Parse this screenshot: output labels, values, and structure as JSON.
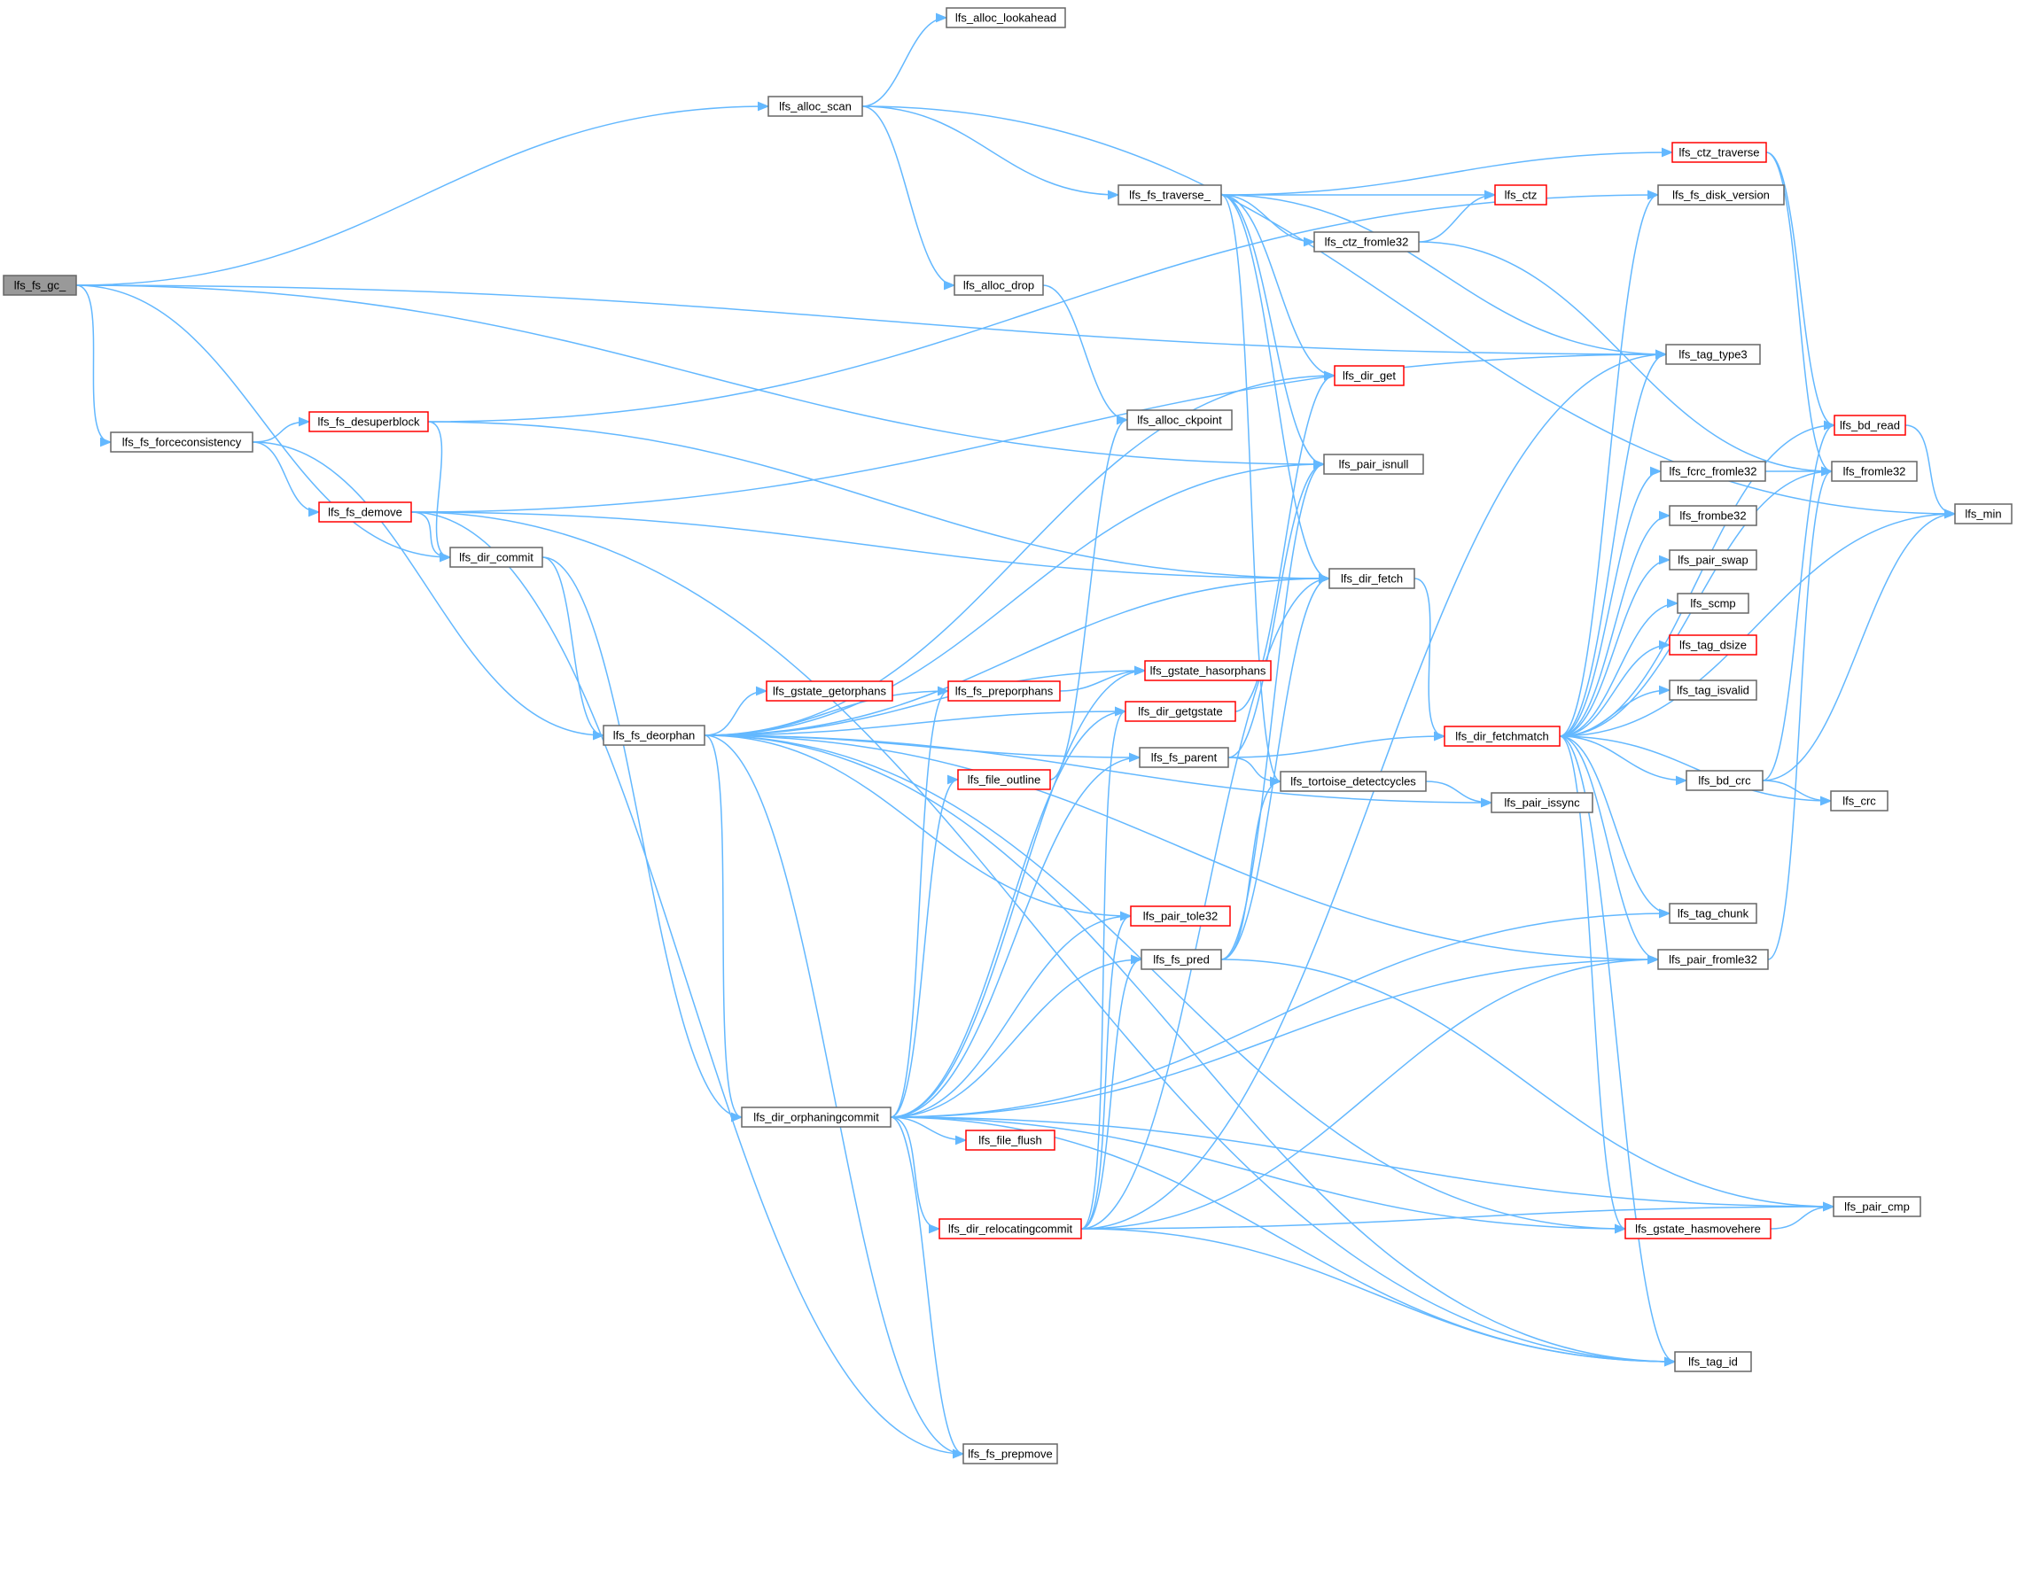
{
  "graph": {
    "root": "lfs_fs_gc_",
    "edge_color": "#63b8ff",
    "node_border_color": "#666666",
    "truncated_border_color": "#ff0000",
    "root_fill_color": "#999999",
    "nodes": {
      "gc": {
        "label": "lfs_fs_gc_",
        "style": "root"
      },
      "lookahead": {
        "label": "lfs_alloc_lookahead",
        "style": "normal"
      },
      "scan": {
        "label": "lfs_alloc_scan",
        "style": "normal"
      },
      "ctztrav": {
        "label": "lfs_ctz_traverse",
        "style": "truncated"
      },
      "traverse": {
        "label": "lfs_fs_traverse_",
        "style": "normal"
      },
      "ctz": {
        "label": "lfs_ctz",
        "style": "truncated"
      },
      "diskver": {
        "label": "lfs_fs_disk_version",
        "style": "normal"
      },
      "ctzfromle": {
        "label": "lfs_ctz_fromle32",
        "style": "normal"
      },
      "drop": {
        "label": "lfs_alloc_drop",
        "style": "normal"
      },
      "type3": {
        "label": "lfs_tag_type3",
        "style": "normal"
      },
      "dirget": {
        "label": "lfs_dir_get",
        "style": "truncated"
      },
      "desuper": {
        "label": "lfs_fs_desuperblock",
        "style": "truncated"
      },
      "ckpoint": {
        "label": "lfs_alloc_ckpoint",
        "style": "normal"
      },
      "bdread": {
        "label": "lfs_bd_read",
        "style": "truncated"
      },
      "forcecons": {
        "label": "lfs_fs_forceconsistency",
        "style": "normal"
      },
      "isnull": {
        "label": "lfs_pair_isnull",
        "style": "normal"
      },
      "fcrcfromle": {
        "label": "lfs_fcrc_fromle32",
        "style": "normal"
      },
      "fromle32": {
        "label": "lfs_fromle32",
        "style": "normal"
      },
      "min": {
        "label": "lfs_min",
        "style": "normal"
      },
      "demove": {
        "label": "lfs_fs_demove",
        "style": "truncated"
      },
      "frombe32": {
        "label": "lfs_frombe32",
        "style": "normal"
      },
      "dircommit": {
        "label": "lfs_dir_commit",
        "style": "normal"
      },
      "dirfetch": {
        "label": "lfs_dir_fetch",
        "style": "normal"
      },
      "pairswap": {
        "label": "lfs_pair_swap",
        "style": "normal"
      },
      "scmp": {
        "label": "lfs_scmp",
        "style": "normal"
      },
      "dsize": {
        "label": "lfs_tag_dsize",
        "style": "truncated"
      },
      "hasorph": {
        "label": "lfs_gstate_hasorphans",
        "style": "truncated"
      },
      "getorph": {
        "label": "lfs_gstate_getorphans",
        "style": "truncated"
      },
      "preorph": {
        "label": "lfs_fs_preporphans",
        "style": "truncated"
      },
      "getgstate": {
        "label": "lfs_dir_getgstate",
        "style": "truncated"
      },
      "isvalid": {
        "label": "lfs_tag_isvalid",
        "style": "normal"
      },
      "deorphan": {
        "label": "lfs_fs_deorphan",
        "style": "normal"
      },
      "parent": {
        "label": "lfs_fs_parent",
        "style": "normal"
      },
      "fetchmatch": {
        "label": "lfs_dir_fetchmatch",
        "style": "truncated"
      },
      "fileoutline": {
        "label": "lfs_file_outline",
        "style": "truncated"
      },
      "tortoise": {
        "label": "lfs_tortoise_detectcycles",
        "style": "normal"
      },
      "bdcrc": {
        "label": "lfs_bd_crc",
        "style": "normal"
      },
      "issync": {
        "label": "lfs_pair_issync",
        "style": "normal"
      },
      "crc": {
        "label": "lfs_crc",
        "style": "normal"
      },
      "tole32": {
        "label": "lfs_pair_tole32",
        "style": "truncated"
      },
      "chunk": {
        "label": "lfs_tag_chunk",
        "style": "normal"
      },
      "fspred": {
        "label": "lfs_fs_pred",
        "style": "normal"
      },
      "pairfromle": {
        "label": "lfs_pair_fromle32",
        "style": "normal"
      },
      "orphcommit": {
        "label": "lfs_dir_orphaningcommit",
        "style": "normal"
      },
      "fileflush": {
        "label": "lfs_file_flush",
        "style": "truncated"
      },
      "paircmp": {
        "label": "lfs_pair_cmp",
        "style": "normal"
      },
      "reloccommit": {
        "label": "lfs_dir_relocatingcommit",
        "style": "truncated"
      },
      "hasmove": {
        "label": "lfs_gstate_hasmovehere",
        "style": "truncated"
      },
      "tagid": {
        "label": "lfs_tag_id",
        "style": "normal"
      },
      "prepmove": {
        "label": "lfs_fs_prepmove",
        "style": "normal"
      }
    },
    "edges": [
      [
        "gc",
        "scan"
      ],
      [
        "gc",
        "isnull"
      ],
      [
        "gc",
        "type3"
      ],
      [
        "gc",
        "forcecons"
      ],
      [
        "gc",
        "dircommit"
      ],
      [
        "scan",
        "lookahead"
      ],
      [
        "scan",
        "min"
      ],
      [
        "scan",
        "traverse"
      ],
      [
        "scan",
        "drop"
      ],
      [
        "traverse",
        "ctztrav"
      ],
      [
        "traverse",
        "ctz"
      ],
      [
        "traverse",
        "ctzfromle"
      ],
      [
        "traverse",
        "type3"
      ],
      [
        "traverse",
        "dirget"
      ],
      [
        "traverse",
        "isnull"
      ],
      [
        "traverse",
        "dirfetch"
      ],
      [
        "traverse",
        "tortoise"
      ],
      [
        "ctzfromle",
        "ctz"
      ],
      [
        "ctzfromle",
        "fromle32"
      ],
      [
        "ctztrav",
        "bdread"
      ],
      [
        "ctztrav",
        "fromle32"
      ],
      [
        "drop",
        "ckpoint"
      ],
      [
        "desuper",
        "diskver"
      ],
      [
        "desuper",
        "dirfetch"
      ],
      [
        "desuper",
        "dircommit"
      ],
      [
        "forcecons",
        "desuper"
      ],
      [
        "forcecons",
        "demove"
      ],
      [
        "forcecons",
        "deorphan"
      ],
      [
        "demove",
        "type3"
      ],
      [
        "demove",
        "dircommit"
      ],
      [
        "demove",
        "dirfetch"
      ],
      [
        "demove",
        "prepmove"
      ],
      [
        "demove",
        "tagid"
      ],
      [
        "dircommit",
        "deorphan"
      ],
      [
        "dircommit",
        "orphcommit"
      ],
      [
        "dirfetch",
        "fetchmatch"
      ],
      [
        "bdread",
        "min"
      ],
      [
        "fcrcfromle",
        "fromle32"
      ],
      [
        "fetchmatch",
        "diskver"
      ],
      [
        "fetchmatch",
        "type3"
      ],
      [
        "fetchmatch",
        "bdread"
      ],
      [
        "fetchmatch",
        "fcrcfromle"
      ],
      [
        "fetchmatch",
        "frombe32"
      ],
      [
        "fetchmatch",
        "pairswap"
      ],
      [
        "fetchmatch",
        "scmp"
      ],
      [
        "fetchmatch",
        "dsize"
      ],
      [
        "fetchmatch",
        "isvalid"
      ],
      [
        "fetchmatch",
        "bdcrc"
      ],
      [
        "fetchmatch",
        "crc"
      ],
      [
        "fetchmatch",
        "min"
      ],
      [
        "fetchmatch",
        "chunk"
      ],
      [
        "fetchmatch",
        "pairfromle"
      ],
      [
        "fetchmatch",
        "hasmove"
      ],
      [
        "fetchmatch",
        "tagid"
      ],
      [
        "fetchmatch",
        "fromle32"
      ],
      [
        "bdcrc",
        "bdread"
      ],
      [
        "bdcrc",
        "crc"
      ],
      [
        "bdcrc",
        "min"
      ],
      [
        "deorphan",
        "dirget"
      ],
      [
        "deorphan",
        "isnull"
      ],
      [
        "deorphan",
        "dirfetch"
      ],
      [
        "deorphan",
        "hasorph"
      ],
      [
        "deorphan",
        "getorph"
      ],
      [
        "deorphan",
        "preorph"
      ],
      [
        "deorphan",
        "getgstate"
      ],
      [
        "deorphan",
        "parent"
      ],
      [
        "deorphan",
        "issync"
      ],
      [
        "deorphan",
        "pairfromle"
      ],
      [
        "deorphan",
        "tole32"
      ],
      [
        "deorphan",
        "orphcommit"
      ],
      [
        "deorphan",
        "prepmove"
      ],
      [
        "deorphan",
        "hasmove"
      ],
      [
        "deorphan",
        "tagid"
      ],
      [
        "preorph",
        "hasorph"
      ],
      [
        "getgstate",
        "dirget"
      ],
      [
        "parent",
        "fetchmatch"
      ],
      [
        "parent",
        "tortoise"
      ],
      [
        "parent",
        "isnull"
      ],
      [
        "tortoise",
        "issync"
      ],
      [
        "fileoutline",
        "ckpoint"
      ],
      [
        "fspred",
        "isnull"
      ],
      [
        "fspred",
        "dirfetch"
      ],
      [
        "fspred",
        "paircmp"
      ],
      [
        "fspred",
        "tortoise"
      ],
      [
        "pairfromle",
        "fromle32"
      ],
      [
        "orphcommit",
        "preorph"
      ],
      [
        "orphcommit",
        "fileoutline"
      ],
      [
        "orphcommit",
        "getgstate"
      ],
      [
        "orphcommit",
        "parent"
      ],
      [
        "orphcommit",
        "hasorph"
      ],
      [
        "orphcommit",
        "tole32"
      ],
      [
        "orphcommit",
        "fspred"
      ],
      [
        "orphcommit",
        "fileflush"
      ],
      [
        "orphcommit",
        "reloccommit"
      ],
      [
        "orphcommit",
        "chunk"
      ],
      [
        "orphcommit",
        "pairfromle"
      ],
      [
        "orphcommit",
        "hasmove"
      ],
      [
        "orphcommit",
        "tagid"
      ],
      [
        "orphcommit",
        "paircmp"
      ],
      [
        "orphcommit",
        "prepmove"
      ],
      [
        "reloccommit",
        "tole32"
      ],
      [
        "reloccommit",
        "fspred"
      ],
      [
        "reloccommit",
        "getgstate"
      ],
      [
        "reloccommit",
        "dirfetch"
      ],
      [
        "reloccommit",
        "type3"
      ],
      [
        "reloccommit",
        "pairfromle"
      ],
      [
        "reloccommit",
        "paircmp"
      ],
      [
        "reloccommit",
        "tagid"
      ],
      [
        "hasmove",
        "paircmp"
      ]
    ]
  }
}
